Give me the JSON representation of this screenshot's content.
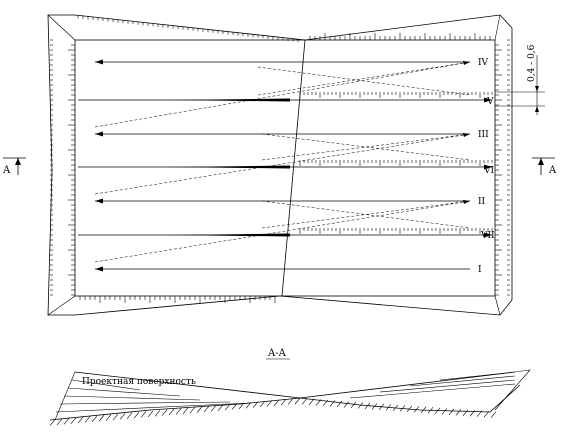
{
  "diagram": {
    "pass_labels": [
      "IV",
      "V",
      "III",
      "VI",
      "II",
      "VII",
      "I"
    ],
    "dimension_label": "0,4 - 0,6",
    "section_mark_left": "A",
    "section_mark_right": "A",
    "section_title": "A-A",
    "surface_label": "Проектная поверхность"
  }
}
